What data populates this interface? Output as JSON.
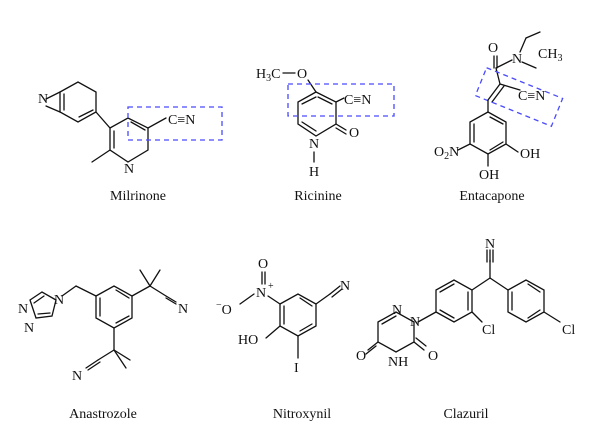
{
  "compounds": [
    {
      "name": "Milrinone"
    },
    {
      "name": "Ricinine"
    },
    {
      "name": "Entacapone"
    },
    {
      "name": "Anastrozole"
    },
    {
      "name": "Nitroxynil"
    },
    {
      "name": "Clazuril"
    }
  ],
  "atoms": {
    "N": "N",
    "O": "O",
    "C": "C",
    "H": "H",
    "I": "I",
    "Cl": "Cl",
    "methoxy": "H3C",
    "nitro_e": "O2N",
    "nitro_o": "O",
    "minus": "−",
    "plus": "+",
    "OH": "OH",
    "HO": "HO",
    "NH": "NH",
    "CN_triple": "C≡N"
  },
  "colors": {
    "highlight": "#4a4aff",
    "ink": "#111111"
  }
}
